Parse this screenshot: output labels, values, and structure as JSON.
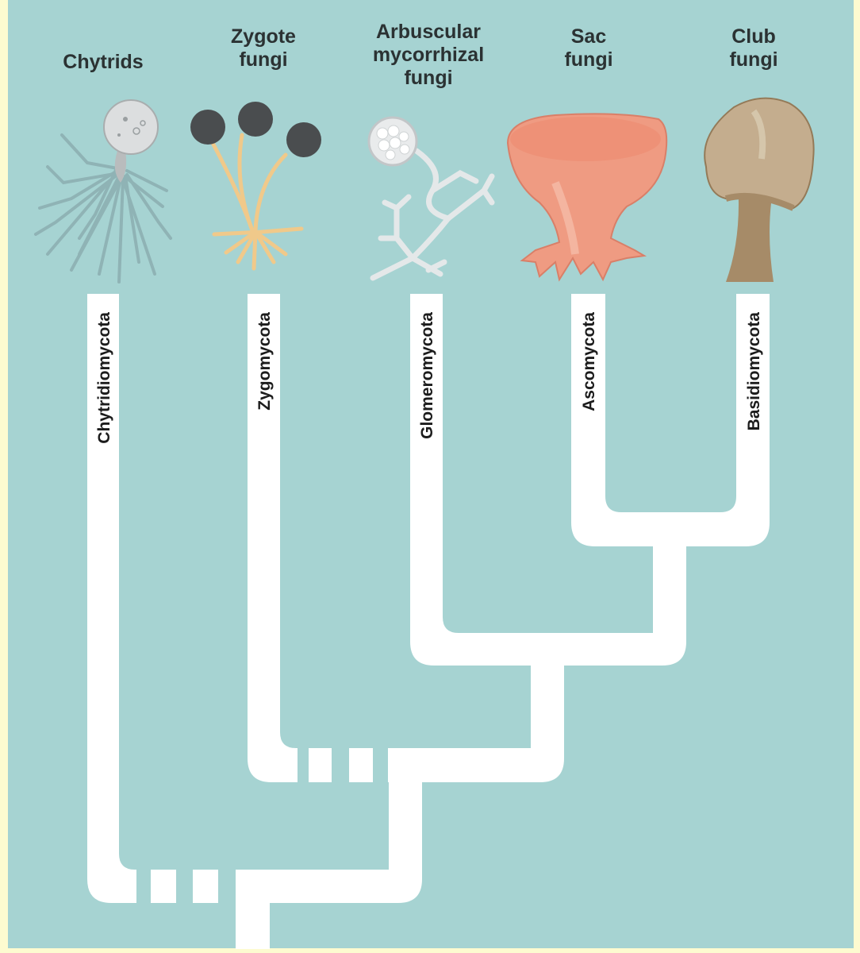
{
  "colors": {
    "background": "#a6d3d2",
    "border": "#fdfbd0",
    "branch": "#ffffff",
    "text": "#2b3233"
  },
  "groups": [
    {
      "common_name": "Chytrids",
      "phylum": "Chytridiomycota",
      "icon": "chytrid-sporangium-icon"
    },
    {
      "common_name": "Zygote\nfungi",
      "phylum": "Zygomycota",
      "icon": "zygote-fungus-sporangia-icon"
    },
    {
      "common_name": "Arbuscular\nmycorrhizal\nfungi",
      "phylum": "Glomeromycota",
      "icon": "arbuscular-spore-hyphae-icon"
    },
    {
      "common_name": "Sac\nfungi",
      "phylum": "Ascomycota",
      "icon": "cup-fungus-icon"
    },
    {
      "common_name": "Club\nfungi",
      "phylum": "Basidiomycota",
      "icon": "mushroom-icon"
    }
  ]
}
